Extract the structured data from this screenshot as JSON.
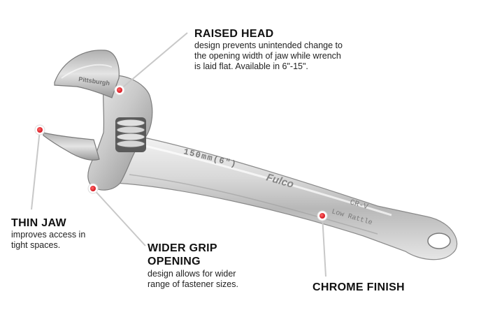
{
  "product": {
    "brand_mark": "Fulco",
    "size_stamp": "150mm(6\")",
    "steel_stamp": "CR-V",
    "model_stamp": "Low Rattle",
    "jaw_stamp": "Pittsburgh"
  },
  "callouts": {
    "raised_head": {
      "title": "RAISED HEAD",
      "lines": [
        "design prevents unintended change to",
        "the opening width of jaw while wrench",
        "is laid flat. Available in 6\"-15\"."
      ]
    },
    "thin_jaw": {
      "title": "THIN JAW",
      "lines": [
        "improves access in",
        "tight spaces."
      ]
    },
    "wider_grip": {
      "title_lines": [
        "WIDER GRIP",
        "OPENING"
      ],
      "lines": [
        "design allows for wider",
        "range of fastener sizes."
      ]
    },
    "chrome_finish": {
      "title": "CHROME FINISH"
    }
  },
  "colors": {
    "marker": "#e8202a",
    "leader_line": "#c8c8c8",
    "chrome_light": "#f2f2f2",
    "chrome_dark": "#8e8e8e"
  }
}
